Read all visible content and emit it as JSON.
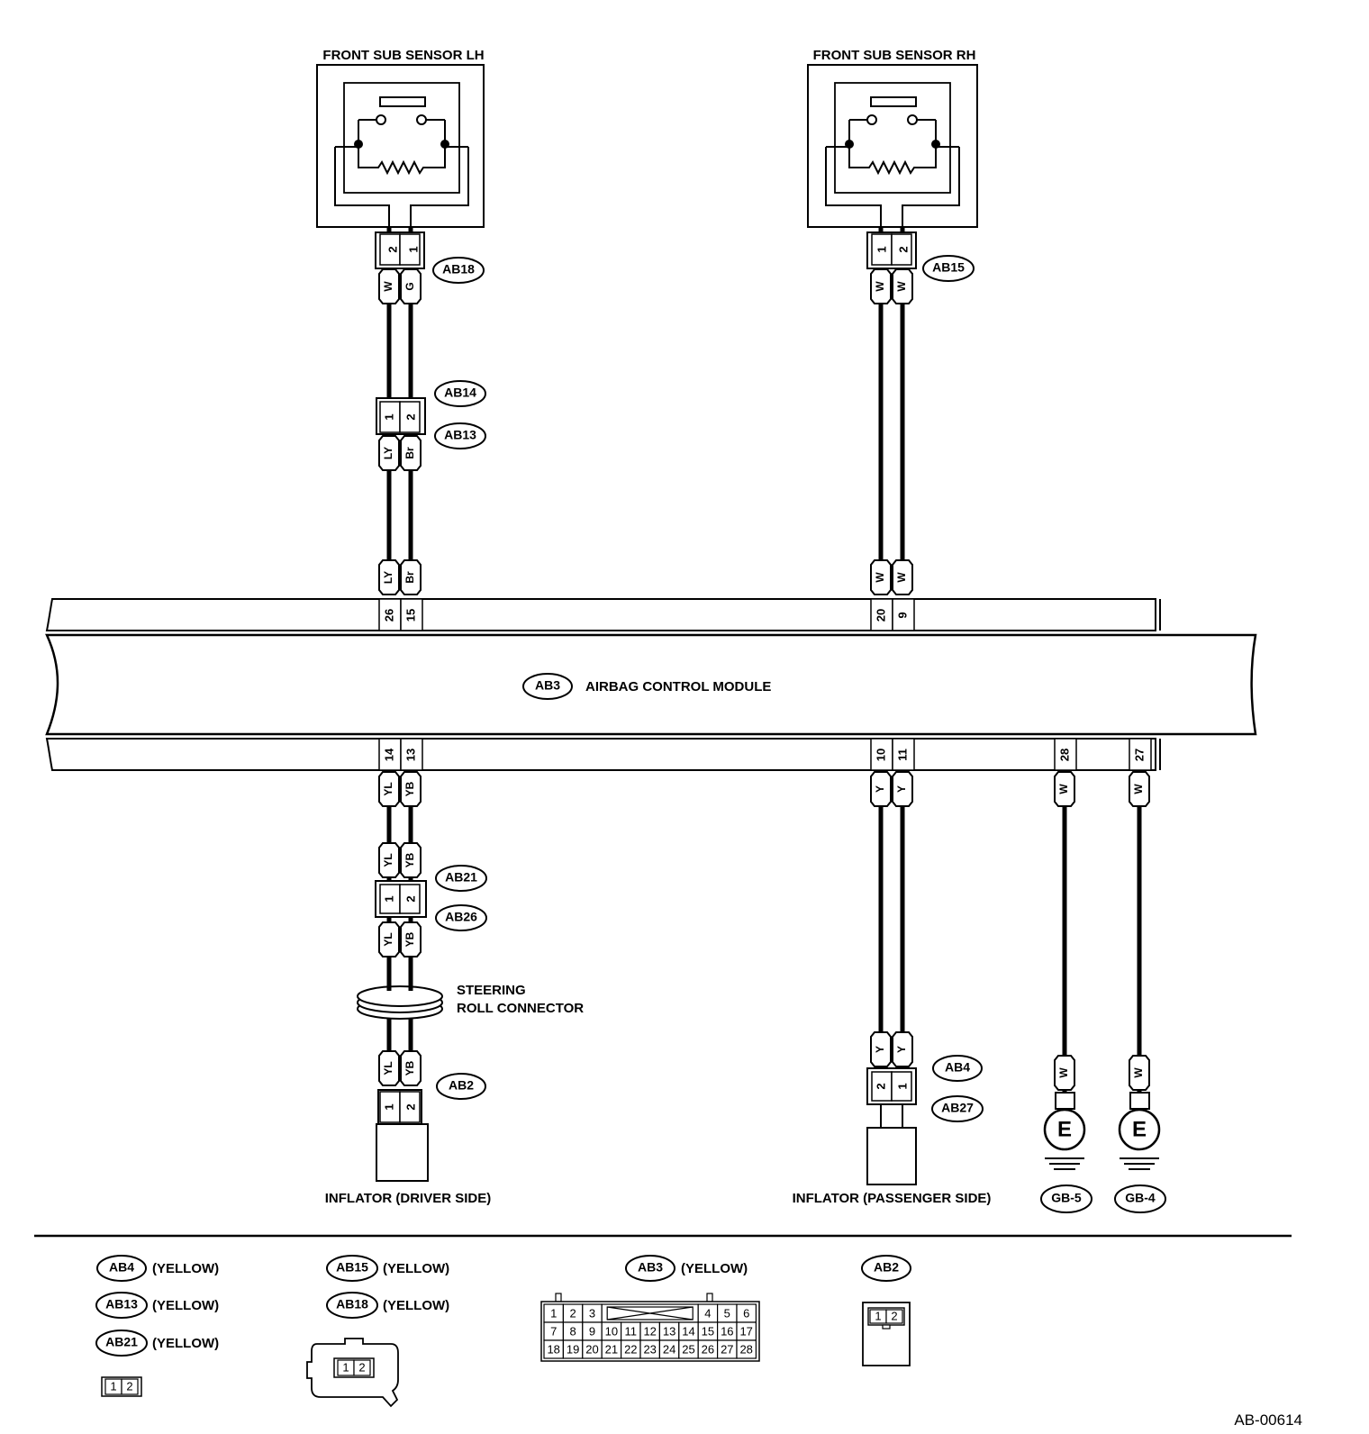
{
  "components": {
    "sensor_lh": "FRONT SUB SENSOR LH",
    "sensor_rh": "FRONT SUB SENSOR RH",
    "module": "AIRBAG CONTROL MODULE",
    "steering_line1": "STEERING",
    "steering_line2": "ROLL CONNECTOR",
    "inflator_driver": "INFLATOR (DRIVER SIDE)",
    "inflator_passenger": "INFLATOR (PASSENGER SIDE)",
    "ground_symbol": "E"
  },
  "connectors": {
    "ab18": "AB18",
    "ab15": "AB15",
    "ab14": "AB14",
    "ab13": "AB13",
    "ab3": "AB3",
    "ab21": "AB21",
    "ab26": "AB26",
    "ab2": "AB2",
    "ab4": "AB4",
    "ab27": "AB27",
    "gb5": "GB-5",
    "gb4": "GB-4"
  },
  "pins": {
    "ab18_a": "2",
    "ab18_b": "1",
    "ab15_a": "1",
    "ab15_b": "2",
    "ab14_a": "1",
    "ab14_b": "2",
    "m26": "26",
    "m15": "15",
    "m20": "20",
    "m9": "9",
    "m14": "14",
    "m13": "13",
    "m10": "10",
    "m11": "11",
    "m28": "28",
    "m27": "27",
    "ab21_a": "1",
    "ab21_b": "2",
    "ab2_a": "1",
    "ab2_b": "2",
    "ab4_a": "2",
    "ab4_b": "1"
  },
  "wires": {
    "W": "W",
    "G": "G",
    "LY": "LY",
    "Br": "Br",
    "YL": "YL",
    "YB": "YB",
    "Y": "Y"
  },
  "legend": {
    "yellow": "(YELLOW)",
    "ab3_row1": [
      "1",
      "2",
      "3",
      "",
      "4",
      "5",
      "6"
    ],
    "ab3_row2": [
      "7",
      "8",
      "9",
      "10",
      "11",
      "12",
      "13",
      "14",
      "15",
      "16",
      "17"
    ],
    "ab3_row3": [
      "18",
      "19",
      "20",
      "21",
      "22",
      "23",
      "24",
      "25",
      "26",
      "27",
      "28"
    ],
    "two_pin": [
      "1",
      "2"
    ]
  },
  "figure_id": "AB-00614"
}
